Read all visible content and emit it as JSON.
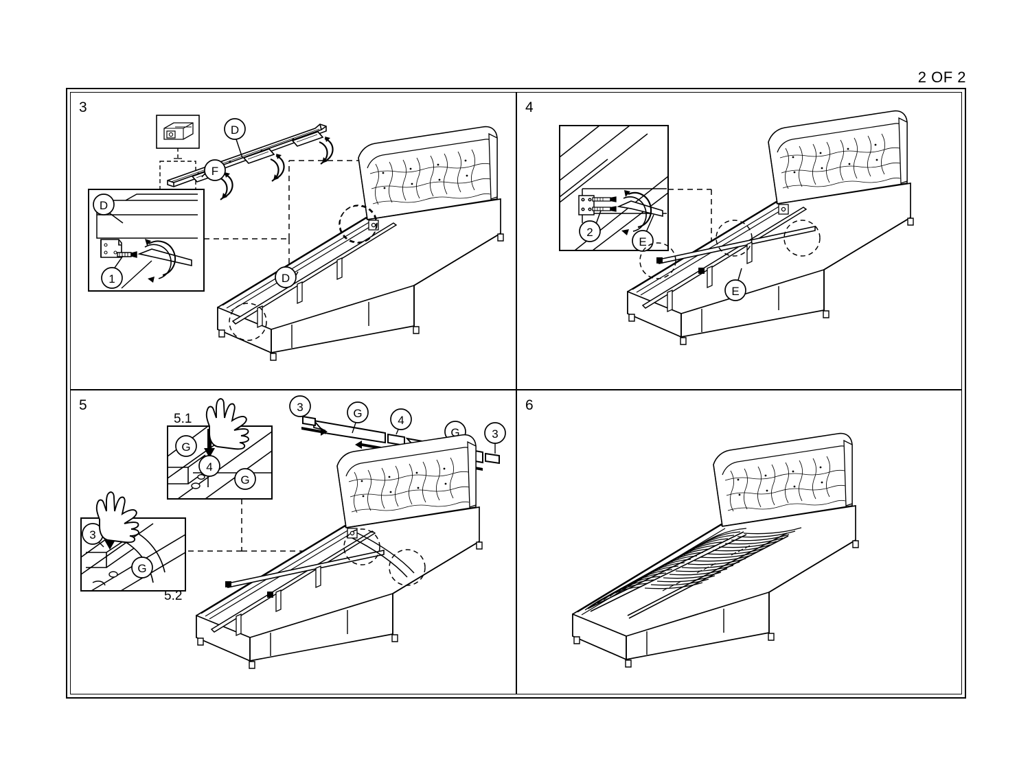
{
  "sheet": {
    "page_indicator": "2 OF 2",
    "document_type": "furniture-assembly-instructions",
    "product": "upholstered tufted storage bed frame"
  },
  "panels": [
    {
      "id": "panel-3",
      "step_number": "3",
      "description": "Attach center support rail (D) with legs (F) to the bed frame using screws (1)",
      "callouts": [
        "D",
        "F",
        "D",
        "1",
        "D"
      ],
      "detail_boxes": [
        {
          "name": "rail-end-inset",
          "callouts": []
        },
        {
          "name": "bracket-screw-detail",
          "callouts": [
            "D",
            "1"
          ]
        }
      ]
    },
    {
      "id": "panel-4",
      "step_number": "4",
      "description": "Fix cross support rail (E) to side rails with screws (2)",
      "callouts": [
        "2",
        "E",
        "E"
      ],
      "detail_boxes": [
        {
          "name": "cross-rail-screw-detail",
          "callouts": [
            "2",
            "E"
          ]
        }
      ]
    },
    {
      "id": "panel-5",
      "step_number": "5",
      "description": "Insert slat sets (G) into connectors (3 and 4) and press into frame by hand",
      "callouts": [
        "3",
        "G",
        "4",
        "G",
        "3"
      ],
      "detail_boxes": [
        {
          "name": "detail-5-1",
          "label": "5.1",
          "callouts": [
            "G",
            "4",
            "G"
          ]
        },
        {
          "name": "detail-5-2",
          "label": "5.2",
          "callouts": [
            "3",
            "G"
          ]
        }
      ]
    },
    {
      "id": "panel-6",
      "step_number": "6",
      "description": "Completed bed frame with all slats installed",
      "callouts": [],
      "detail_boxes": []
    }
  ],
  "colors": {
    "line": "#000000",
    "background": "#ffffff",
    "fill_light": "#ffffff"
  }
}
